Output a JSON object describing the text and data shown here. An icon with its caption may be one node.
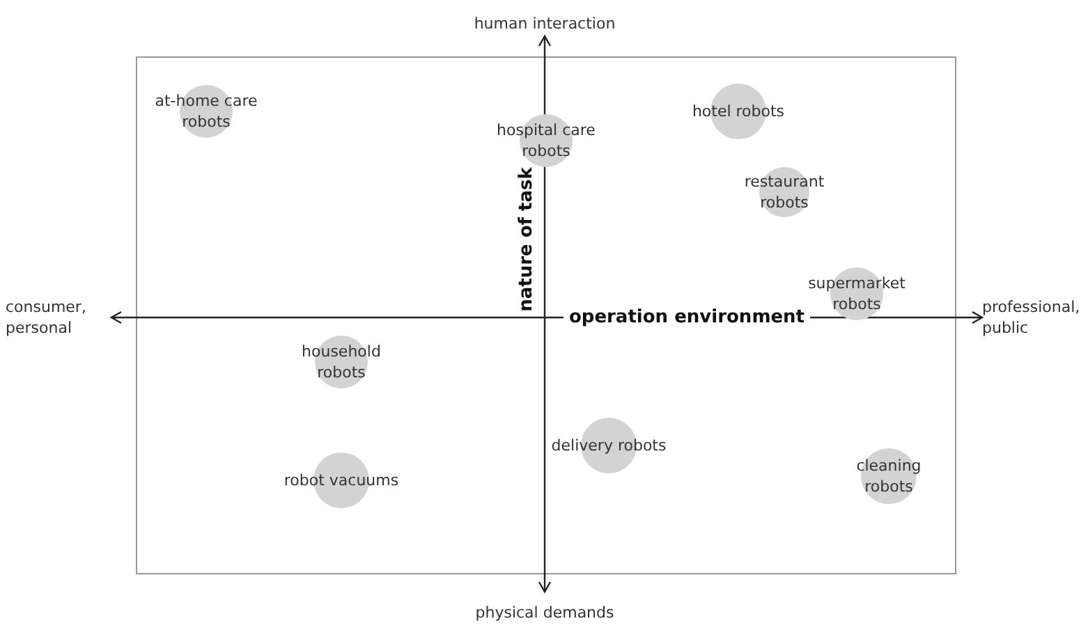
{
  "diagram": {
    "nodes": [
      {
        "text": [
          "at-home care robots"
        ]
      },
      {
        "text": [
          "hospital care robots"
        ]
      },
      {
        "text": [
          "hotel robots"
        ]
      },
      {
        "text": [
          "restaurant robots"
        ]
      },
      {
        "text": [
          "supermarket robots"
        ]
      },
      {
        "text": [
          "household robots"
        ]
      },
      {
        "text": [
          "delivery robots"
        ]
      },
      {
        "text": [
          "robot vacuums"
        ]
      },
      {
        "text": [
          "cleaning robots"
        ]
      }
    ],
    "labels": [
      "human interaction",
      "consumer, personal",
      "nature of task",
      "operation environment",
      "professional, public",
      "physical demands"
    ]
  }
}
